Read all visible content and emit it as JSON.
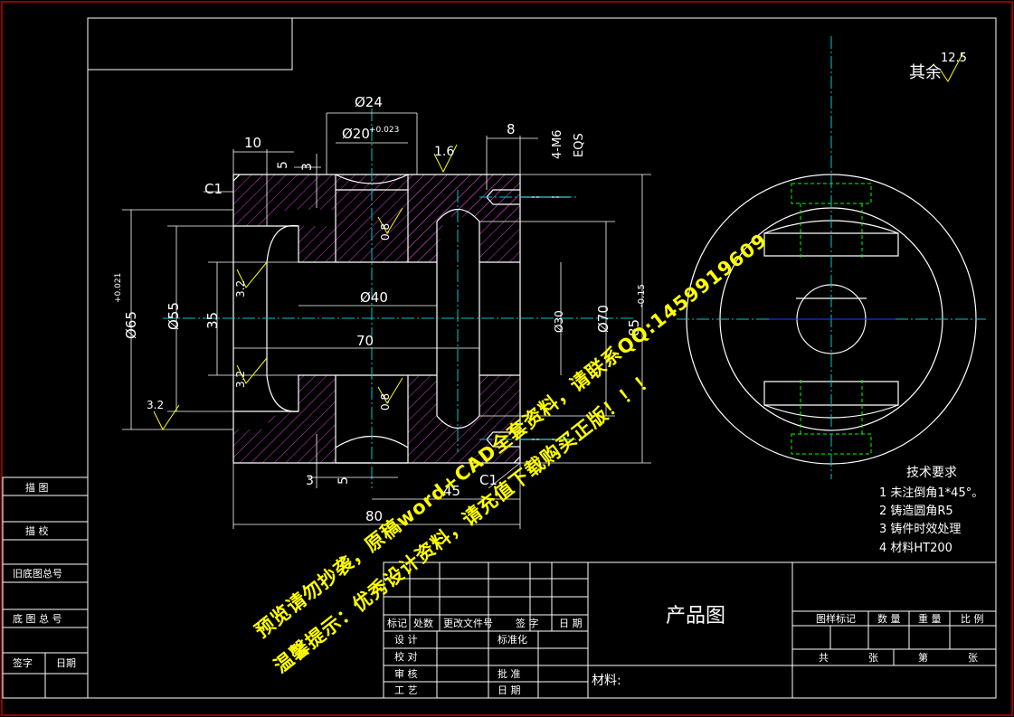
{
  "drawing": {
    "title": "产品图",
    "material_label": "材料:",
    "surface_note_label": "其余",
    "surface_note_value": "12.5",
    "tech_requirements": {
      "heading": "技术要求",
      "items": [
        "1 未注倒角1*45°。",
        "2 铸造圆角R5",
        "3 铸件时效处理",
        "4 材料HT200"
      ]
    },
    "dimensions": {
      "d24": "Ø24",
      "d20": "Ø20",
      "d20_tol": "+0.023",
      "d10": "10",
      "d8": "8",
      "d5_top": "5",
      "d3_top": "3",
      "d16": "1.6",
      "thread": "4-M6",
      "eqs": "EQS",
      "c1_top": "C1",
      "c1_bottom": "C1",
      "d65": "Ø65",
      "d65_tol": "+0.021",
      "d55": "Ø55",
      "d35": "35",
      "r32a": "3.2",
      "r32b": "3.2",
      "r32c": "3.2",
      "d40": "Ø40",
      "d70": "70",
      "r08a": "0.8",
      "r08b": "0.8",
      "dia70": "Ø70",
      "d85": "85",
      "d85_tol": "-0.15",
      "d30": "Ø30",
      "d3_bot": "3",
      "d5_bot": "5",
      "d45": "45",
      "d80": "80"
    }
  },
  "sidebar_block": {
    "rows": [
      "描 图",
      "描 校",
      "旧底图总号",
      "底 图 总 号"
    ],
    "footer": [
      "签字",
      "日期"
    ]
  },
  "title_block": {
    "rev_headers": [
      "标记",
      "处数",
      "更改文件号",
      "签 字",
      "日 期"
    ],
    "sign_rows": [
      {
        "label": "设 计",
        "right": "标准化"
      },
      {
        "label": "校 对",
        "right": ""
      },
      {
        "label": "审 核",
        "right": "批 准"
      },
      {
        "label": "工 艺",
        "right": "日 期"
      }
    ],
    "right_headers": [
      "图样标记",
      "数 量",
      "重 量",
      "比 例"
    ],
    "sheet_labels": [
      "共",
      "张",
      "第",
      "张"
    ]
  },
  "watermark": {
    "line1": "预览请勿抄袭，原稿word+CAD全套资料，请联系QQ:1459919609",
    "line2": "温馨提示：优秀设计资料，请充值下载购买正版！！！"
  },
  "colors": {
    "line": "#ffffff",
    "center": "#00c8c8",
    "hatch": "#d040d0",
    "hidden": "#00ff00",
    "frame": "#c00000",
    "watermark": "#ffff00"
  }
}
